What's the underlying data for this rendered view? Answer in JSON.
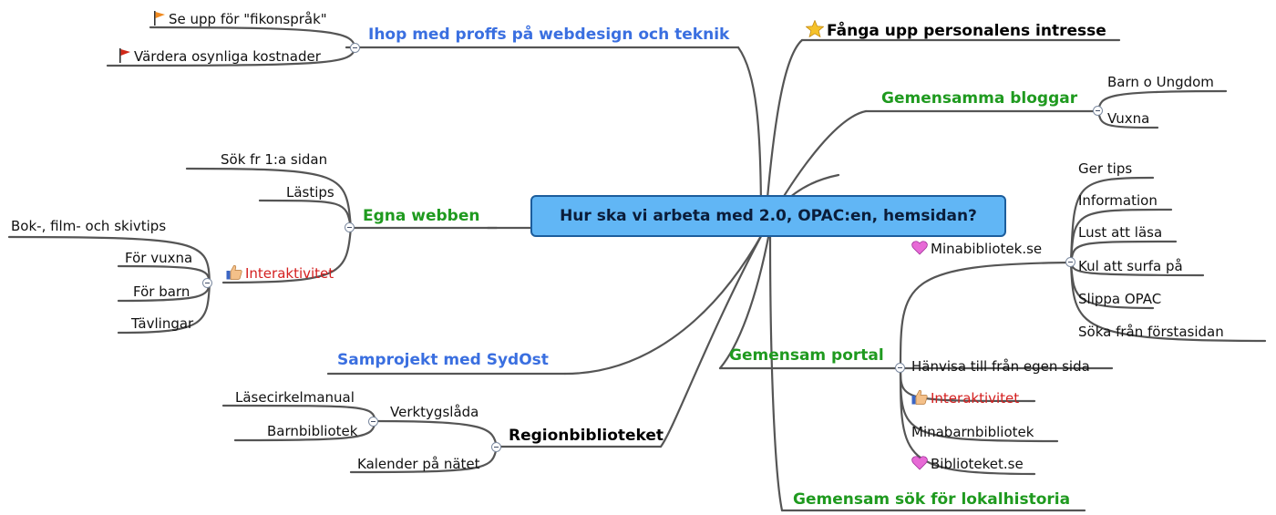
{
  "central": "Hur ska vi arbeta med 2.0, OPAC:en, hemsidan?",
  "branches": {
    "ihop": {
      "label": "Ihop med proffs på webdesign och teknik",
      "children": [
        {
          "label": "Se upp för \"fikonspråk\"",
          "icon": "orange-flag-icon"
        },
        {
          "label": "Värdera osynliga kostnader",
          "icon": "red-flag-icon"
        }
      ]
    },
    "fanga": {
      "label": "Fånga upp personalens intresse",
      "icon": "star-icon"
    },
    "bloggar": {
      "label": "Gemensamma bloggar",
      "children": [
        {
          "label": "Barn o Ungdom"
        },
        {
          "label": "Vuxna"
        }
      ]
    },
    "egna": {
      "label": "Egna  webben",
      "children": [
        {
          "label": "Sök fr 1:a sidan"
        },
        {
          "label": "Lästips"
        },
        {
          "label": "Interaktivitet",
          "icon": "thumbs-up-icon",
          "children": [
            {
              "label": "Bok-, film- och skivtips"
            },
            {
              "label": "För vuxna"
            },
            {
              "label": "För barn"
            },
            {
              "label": "Tävlingar"
            }
          ]
        }
      ]
    },
    "samprojekt": {
      "label": "Samprojekt med SydOst"
    },
    "region": {
      "label": "Regionbiblioteket",
      "children": [
        {
          "label": "Verktygslåda",
          "children": [
            {
              "label": "Läsecirkelmanual"
            },
            {
              "label": "Barnbibliotek"
            }
          ]
        },
        {
          "label": "Kalender på nätet"
        }
      ]
    },
    "portal": {
      "label": "Gemensam portal",
      "children": [
        {
          "label": "Minabibliotek.se",
          "icon": "heart-icon",
          "children": [
            {
              "label": "Ger tips"
            },
            {
              "label": "Information"
            },
            {
              "label": "Lust att läsa"
            },
            {
              "label": "Kul att surfa på"
            },
            {
              "label": "Slippa OPAC"
            },
            {
              "label": "Söka från förstasidan"
            }
          ]
        },
        {
          "label": "Hänvisa till från egen sida"
        },
        {
          "label": "Interaktivitet",
          "icon": "thumbs-up-icon"
        },
        {
          "label": "Minabarnbibliotek"
        },
        {
          "label": "Biblioteket.se",
          "icon": "heart-icon"
        }
      ]
    },
    "lokalhistoria": {
      "label": "Gemensam sök för lokalhistoria"
    }
  },
  "colors": {
    "central_fill": "#61b6f5",
    "central_border": "#1c5d9c",
    "blue_topic": "#3a6fe0",
    "green_topic": "#1f9a1f",
    "red_text": "#d42020",
    "line": "#555555"
  }
}
